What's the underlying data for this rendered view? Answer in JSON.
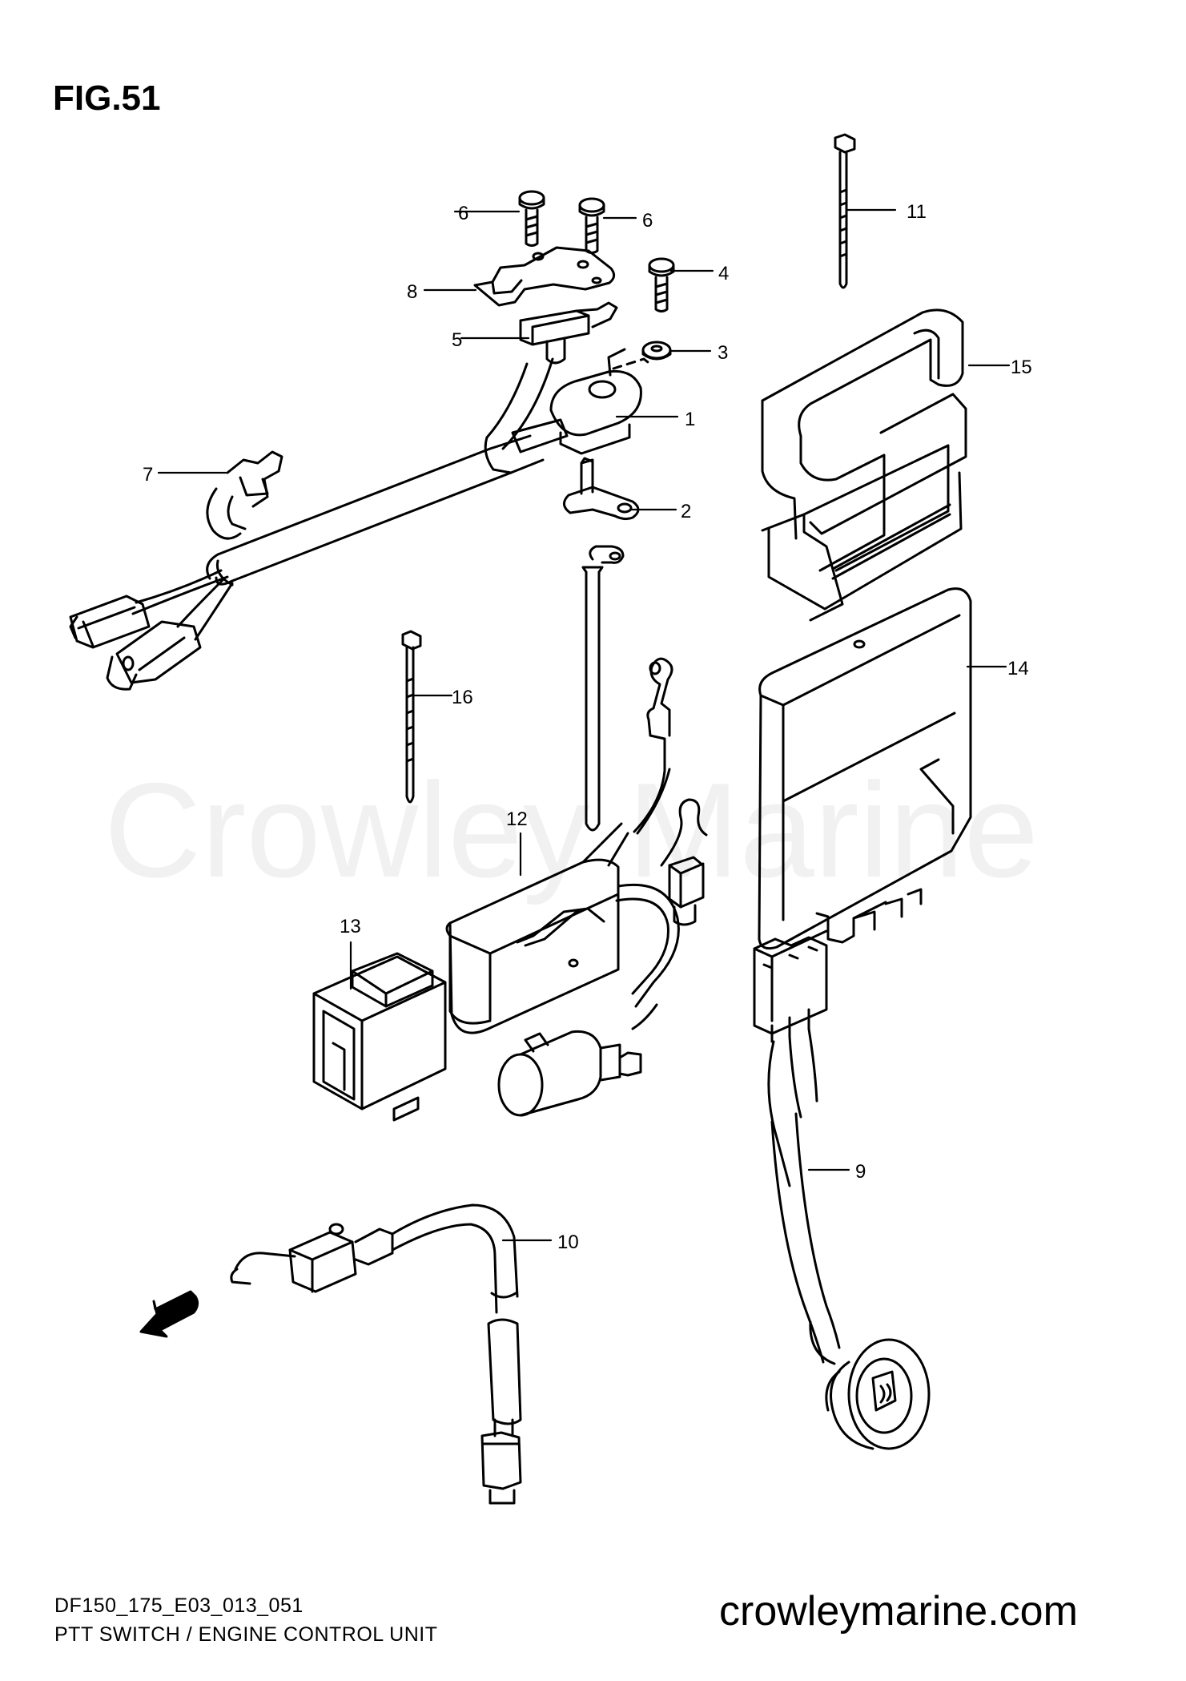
{
  "header": {
    "title": "FIG.51"
  },
  "footer": {
    "code": "DF150_175_E03_013_051",
    "subtitle": "PTT SWITCH / ENGINE CONTROL UNIT",
    "site": "crowleymarine.com"
  },
  "watermark": "Crowley Marine",
  "fwd_label": "FWD",
  "callouts": {
    "c1": "1",
    "c2": "2",
    "c3": "3",
    "c4": "4",
    "c5": "5",
    "c6a": "6",
    "c6b": "6",
    "c7": "7",
    "c8": "8",
    "c9": "9",
    "c10": "10",
    "c11": "11",
    "c12": "12",
    "c13": "13",
    "c14": "14",
    "c15": "15",
    "c16": "16"
  }
}
